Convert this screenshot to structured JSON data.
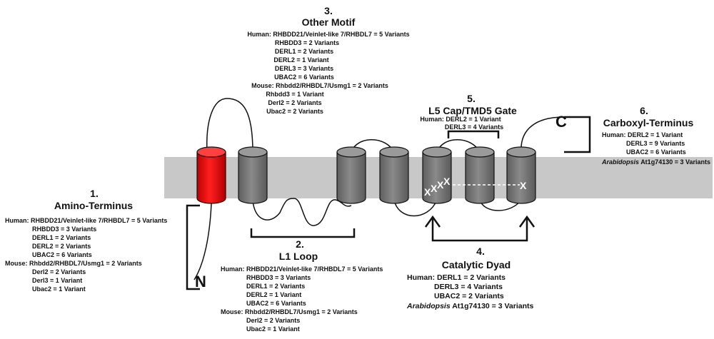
{
  "motifs": {
    "amino": {
      "number": "1.",
      "title": "Amino-Terminus",
      "lines": [
        "Human: RHBDD21/Veinlet-like 7/RHBDL7 = 5 Variants",
        "RHBDD3 = 3 Variants",
        "DERL1 = 2 Variants",
        "DERL2 = 2 Variants",
        "UBAC2 = 6 Variants",
        "Mouse: Rhbdd2/RHBDL7/Usmg1 = 2 Variants",
        "Derl2 = 2 Variants",
        "Derl3 = 1 Variant",
        "Ubac2 = 1 Variant"
      ],
      "terminus_label": "N"
    },
    "l1_loop": {
      "number": "2.",
      "title": "L1 Loop",
      "lines": [
        "Human: RHBDD21/Veinlet-like 7/RHBDL7 = 5 Variants",
        "RHBDD3 = 3 Variants",
        "DERL1 = 2 Variants",
        "DERL2 = 1 Variant",
        "UBAC2 = 6 Variants",
        "Mouse: Rhbdd2/RHBDL7/Usmg1 = 2 Variants",
        "Derl2 = 2 Variants",
        "Ubac2 = 1 Variant"
      ]
    },
    "other": {
      "number": "3.",
      "title": "Other Motif",
      "lines": [
        "Human: RHBDD21/Veinlet-like 7/RHBDL7 = 5 Variants",
        "RHBDD3 = 2 Variants",
        "DERL1 = 2 Variants",
        "DERL2 = 1 Variant",
        "DERL3 = 3 Variants",
        "UBAC2 = 6 Variants",
        "Mouse: Rhbdd2/RHBDL7/Usmg1 = 2 Variants",
        "Rhbdd3 = 1 Variant",
        "Derl2 = 2 Variants",
        "Ubac2 = 2 Variants"
      ]
    },
    "catalytic": {
      "number": "4.",
      "title": "Catalytic Dyad",
      "lines": [
        "Human: DERL1 = 2 Variants",
        "DERL3 = 4 Variants",
        "UBAC2 = 2 Variants"
      ],
      "arabidopsis_word": "Arabidopsis",
      "arabidopsis_rest": "At1g74130 = 3 Variants"
    },
    "l5cap": {
      "number": "5.",
      "title": "L5 Cap/TMD5 Gate",
      "lines": [
        "Human: DERL2 = 1 Variant",
        "DERL3 = 4 Variants"
      ]
    },
    "carboxyl": {
      "number": "6.",
      "title": "Carboxyl-Terminus",
      "lines": [
        "Human: DERL2 = 1 Variant",
        "DERL3 = 9 Variants",
        "UBAC2 = 6 Variants"
      ],
      "arabidopsis_word": "Arabidopsis",
      "arabidopsis_rest": "At1g74130 = 3 Variants",
      "terminus_label": "C"
    }
  },
  "variant_marks": [
    "X",
    "X",
    "X",
    "X",
    "X"
  ],
  "colors": {
    "membrane": "#c8c8c8",
    "helix_highlight": "#e01515",
    "helix": "#7a7a7a",
    "outline": "#111111"
  }
}
